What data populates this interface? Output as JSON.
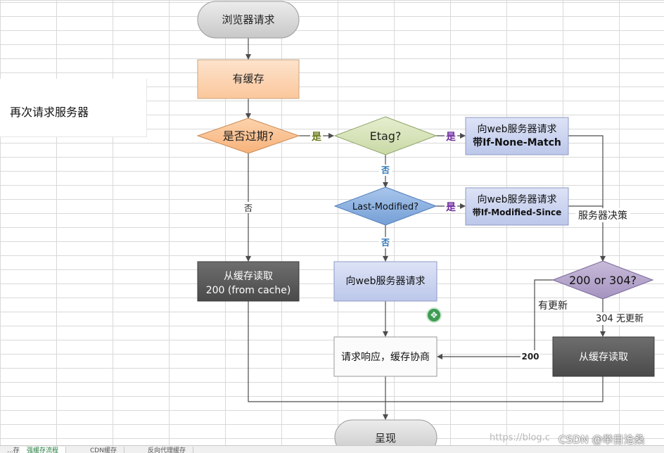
{
  "side_note": "再次请求服务器",
  "nodes": {
    "browser_request": "浏览器请求",
    "has_cache": "有缓存",
    "expired": "是否过期?",
    "etag": "Etag?",
    "etag_request_line1": "向web服务器请求",
    "etag_request_line2": "带If-None-Match",
    "last_modified": "Last-Modified?",
    "lm_request_line1": "向web服务器请求",
    "lm_request_line2": "带If-Modified-Since",
    "read_cache_line1": "从缓存读取",
    "read_cache_line2": "200 (from cache)",
    "web_request": "向web服务器请求",
    "status_check": "200 or 304?",
    "read_cache_2": "从缓存读取",
    "negotiate": "请求响应，缓存协商",
    "render": "呈现"
  },
  "edge_labels": {
    "yes_1": "是",
    "yes_2": "是",
    "yes_3": "是",
    "no_1": "否",
    "no_2": "否",
    "no_3": "否",
    "server_decides": "服务器决策",
    "has_update": "有更新",
    "no_update": "304 无更新",
    "code_200": "200"
  },
  "colors": {
    "gray_terminal": "#d6d6d6",
    "peach": "#fcd5b4",
    "orange_diamond": "#fac090",
    "olive_diamond": "#d7e4bd",
    "blue_diamond": "#8eb4e3",
    "lavender_box": "#c6d0ee",
    "purple_diamond": "#b3a2c7",
    "dark_box": "#595959",
    "yes_olive": "#6b7d1f",
    "yes_purple": "#7030a0",
    "no_blue": "#2e75b6"
  },
  "tabs": [
    "...存",
    "强缓存流程",
    "CDN缓存",
    "反向代理缓存"
  ],
  "watermark": "https://blog.c",
  "credit": "CSDN @举目沧桑"
}
